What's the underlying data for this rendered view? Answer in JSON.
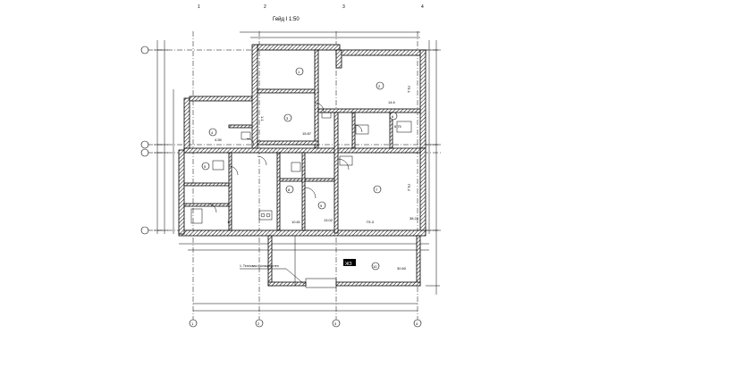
{
  "drawing": {
    "title": "Гейд I  1:50",
    "section_marks": [
      "1-1",
      "1-1"
    ]
  },
  "grid": {
    "top_labels": [
      "1",
      "2",
      "3",
      "4"
    ],
    "bottom_labels": [
      "1",
      "2",
      "3",
      "4"
    ]
  },
  "rooms": [
    {
      "no": "1",
      "area": ""
    },
    {
      "no": "2",
      "area": "14.6"
    },
    {
      "no": "3",
      "area": "15.87"
    },
    {
      "no": "4",
      "area": "4.55"
    },
    {
      "no": "5",
      "area": ""
    },
    {
      "no": "6",
      "area": "6.75"
    },
    {
      "no": "7",
      "area": "38.22"
    },
    {
      "no": "8",
      "area": "10.81"
    },
    {
      "no": "9",
      "area": "13.02"
    },
    {
      "no": "10",
      "area": "30.60"
    }
  ],
  "labels": {
    "room_tag": "ЖЗ",
    "note": "1. Тепловая изоляция стен",
    "section_a": "Гб-1",
    "section_b": "Гб-2",
    "section_c": "Гб-3"
  }
}
